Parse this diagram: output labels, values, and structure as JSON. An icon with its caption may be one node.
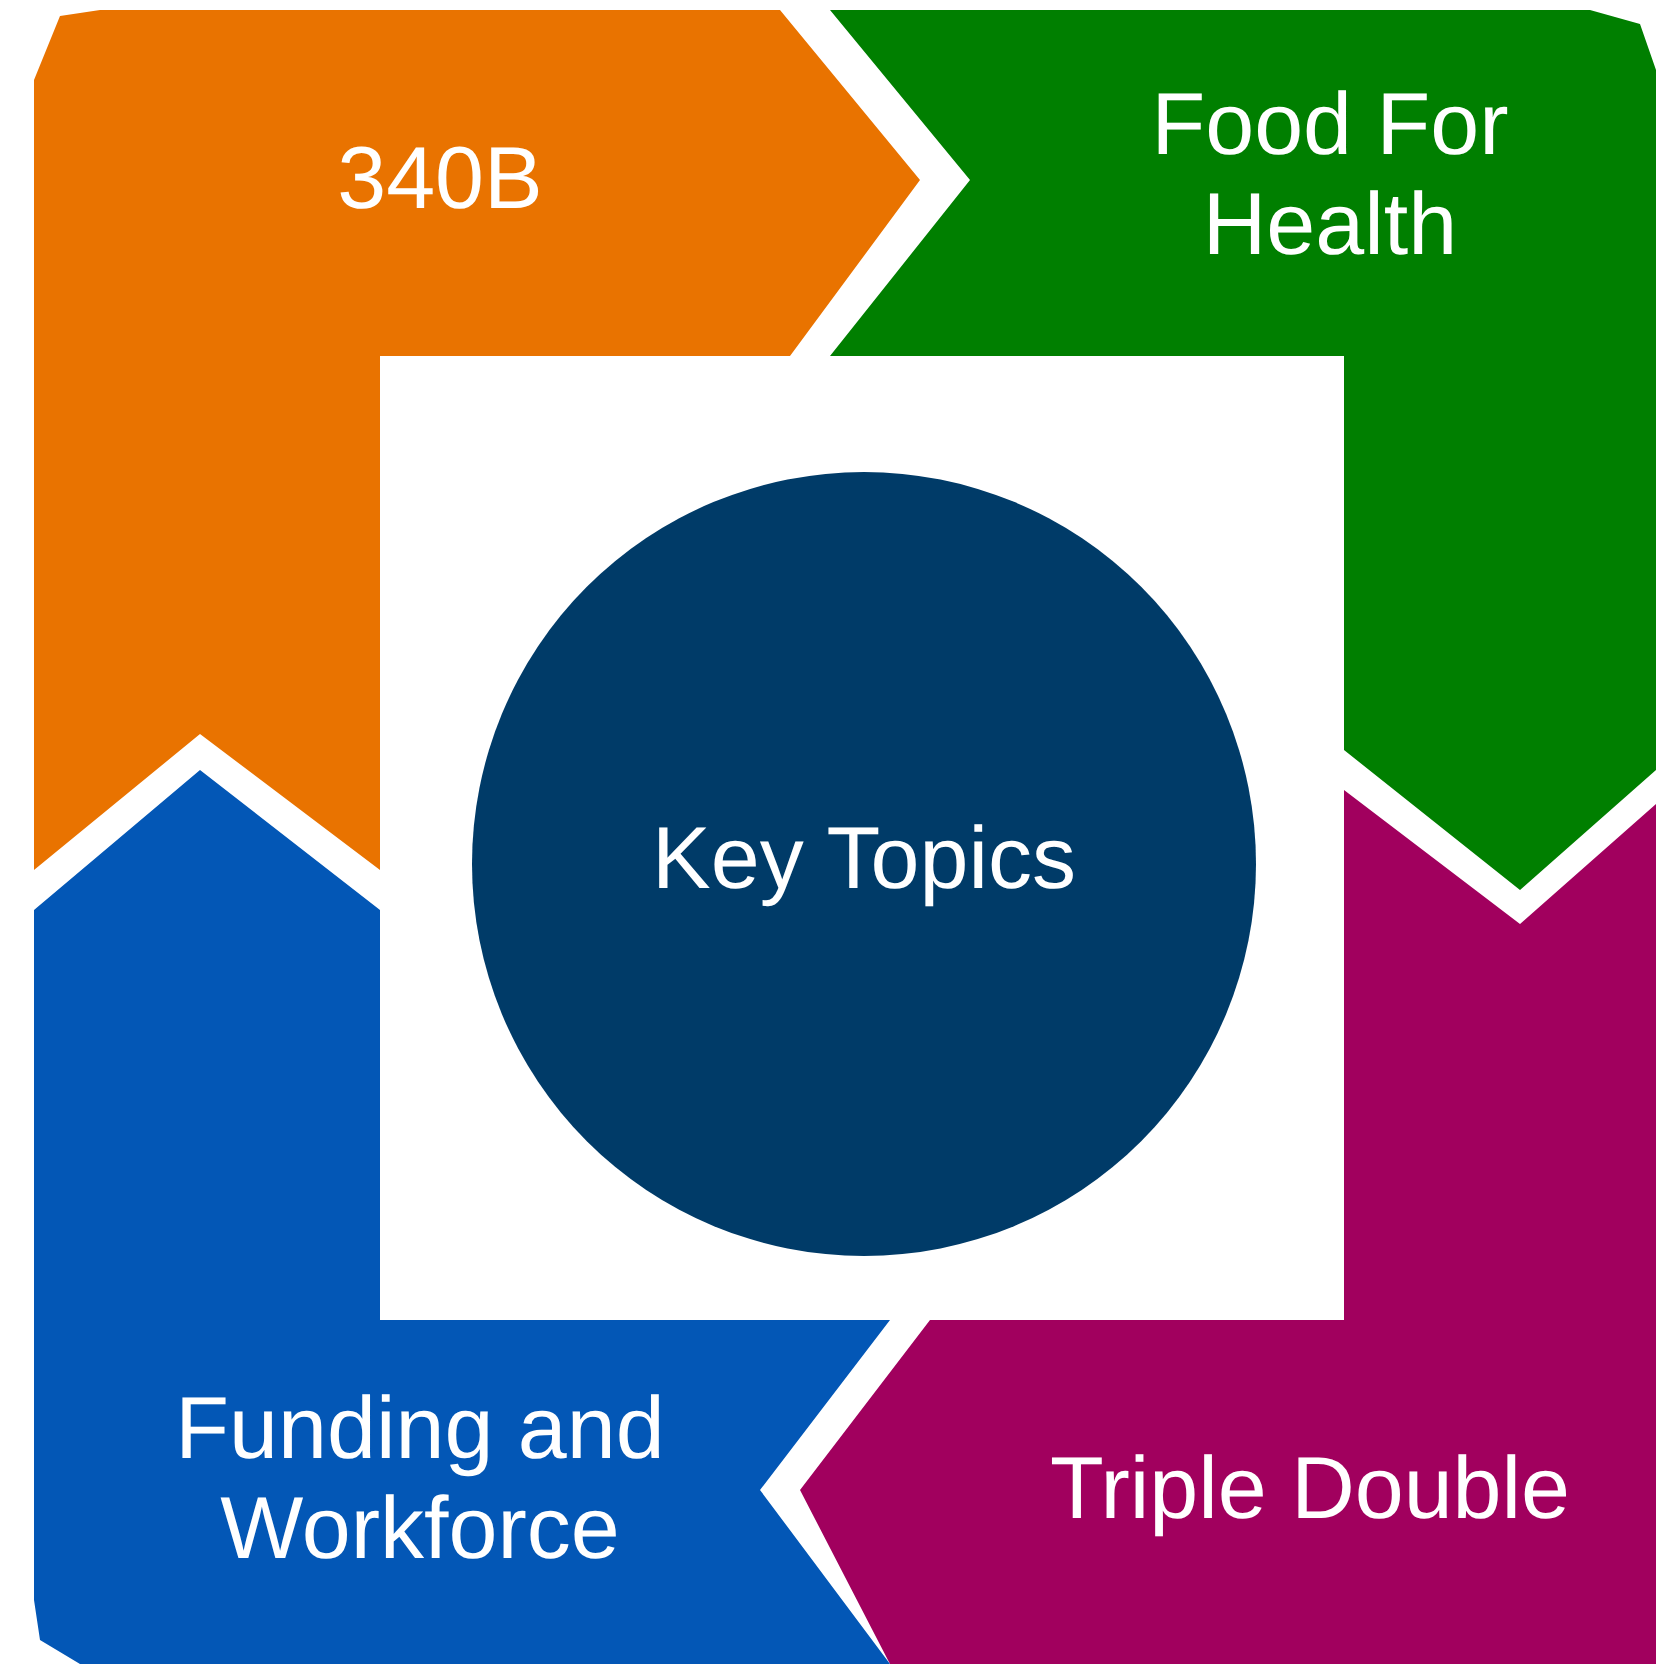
{
  "diagram": {
    "nodes": [
      {
        "text": [
          "340B"
        ]
      },
      {
        "text": [
          "Food For Health"
        ]
      },
      {
        "text": [
          "Triple Double"
        ]
      },
      {
        "text": [
          "Funding and Workforce"
        ]
      },
      {
        "text": [
          "Key Topics"
        ]
      }
    ]
  }
}
